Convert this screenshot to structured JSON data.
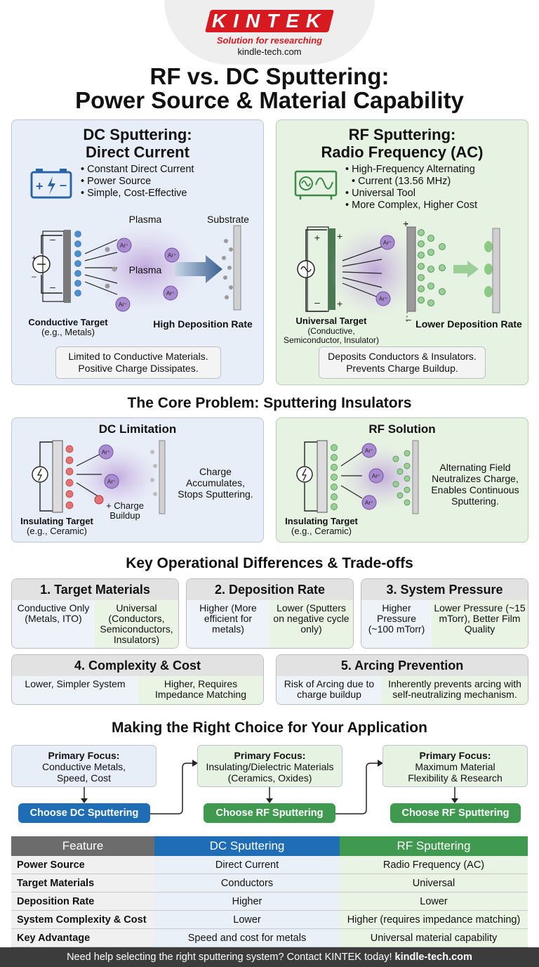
{
  "brand": {
    "name": "KINTEK",
    "tagline": "Solution for researching",
    "url": "kindle-tech.com",
    "color": "#d71920"
  },
  "title": {
    "line1": "RF vs. DC Sputtering:",
    "line2": "Power Source & Material Capability"
  },
  "dc_panel": {
    "title1": "DC Sputtering:",
    "title2": "Direct Current",
    "bullets": [
      "Constant Direct Current",
      "Power Source",
      "Simple, Cost-Effective"
    ],
    "plasma_label": "Plasma",
    "plasma_inner": "Plasma",
    "substrate_label": "Substrate",
    "ion": "Ar⁺",
    "target_label": "Conductive Target",
    "target_sub": "(e.g., Metals)",
    "rate_label": "High Deposition Rate",
    "note1": "Limited to Conductive Materials.",
    "note2": "Positive Charge Dissipates."
  },
  "rf_panel": {
    "title1": "RF Sputtering:",
    "title2": "Radio Frequency (AC)",
    "bullets": [
      "High-Frequency Alternating",
      "Current (13.56 MHz)",
      "Universal Tool",
      "More Complex, Higher Cost"
    ],
    "ion": "Ar⁺",
    "target_label": "Universal Target",
    "target_sub1": "(Conductive,",
    "target_sub2": "Semiconductor, Insulator)",
    "rate_label": "Lower Deposition Rate",
    "note1": "Deposits Conductors & Insulators.",
    "note2": "Prevents Charge Buildup."
  },
  "core_problem": {
    "title": "The Core Problem: Sputtering Insulators",
    "dc": {
      "title": "DC Limitation",
      "charge_label1": "+ Charge",
      "charge_label2": "Buildup",
      "side1": "Charge",
      "side2": "Accumulates,",
      "side3": "Stops Sputtering.",
      "target_label": "Insulating Target",
      "target_sub": "(e.g., Ceramic)",
      "ion": "Ar⁺"
    },
    "rf": {
      "title": "RF Solution",
      "side1": "Alternating Field",
      "side2": "Neutralizes Charge,",
      "side3": "Enables Continuous",
      "side4": "Sputtering.",
      "target_label": "Insulating Target",
      "target_sub": "(e.g., Ceramic)",
      "ion": "Ar⁺"
    }
  },
  "differences": {
    "title": "Key Operational Differences & Trade-offs",
    "cards": [
      {
        "title": "1. Target Materials",
        "left": "Conductive Only (Metals, ITO)",
        "right": "Universal (Conductors, Semiconductors, Insulators)"
      },
      {
        "title": "2. Deposition Rate",
        "left": "Higher (More efficient for metals)",
        "right": "Lower (Sputters on negative cycle only)"
      },
      {
        "title": "3. System Pressure",
        "left": "Higher Pressure (~100 mTorr)",
        "right": "Lower Pressure (~15 mTorr), Better Film Quality"
      },
      {
        "title": "4. Complexity & Cost",
        "left": "Lower, Simpler System",
        "right": "Higher, Requires Impedance Matching"
      },
      {
        "title": "5. Arcing Prevention",
        "left": "Risk of Arcing due to charge buildup",
        "right": "Inherently prevents arcing with self-neutralizing mechanism."
      }
    ]
  },
  "choice": {
    "title": "Making the Right Choice for Your Application",
    "items": [
      {
        "focus": "Primary Focus:",
        "desc1": "Conductive Metals,",
        "desc2": "Speed, Cost",
        "button": "Choose DC Sputtering"
      },
      {
        "focus": "Primary Focus:",
        "desc1": "Insulating/Dielectric Materials",
        "desc2": "(Ceramics, Oxides)",
        "button": "Choose RF Sputtering"
      },
      {
        "focus": "Primary Focus:",
        "desc1": "Maximum Material",
        "desc2": "Flexibility & Research",
        "button": "Choose RF Sputtering"
      }
    ]
  },
  "table": {
    "headers": [
      "Feature",
      "DC Sputtering",
      "RF Sputtering"
    ],
    "rows": [
      [
        "Power Source",
        "Direct Current",
        "Radio Frequency (AC)"
      ],
      [
        "Target Materials",
        "Conductors",
        "Universal"
      ],
      [
        "Deposition Rate",
        "Higher",
        "Lower"
      ],
      [
        "System Complexity & Cost",
        "Lower",
        "Higher (requires impedance matching)"
      ],
      [
        "Key Advantage",
        "Speed and cost for metals",
        "Universal material capability"
      ]
    ]
  },
  "footer": {
    "text": "Need help selecting the right sputtering system? Contact KINTEK today! ",
    "link": "kindle-tech.com"
  },
  "colors": {
    "dc_blue": "#1f6eb5",
    "rf_green": "#3f9a4f",
    "table_gray": "#6c6c6c"
  }
}
